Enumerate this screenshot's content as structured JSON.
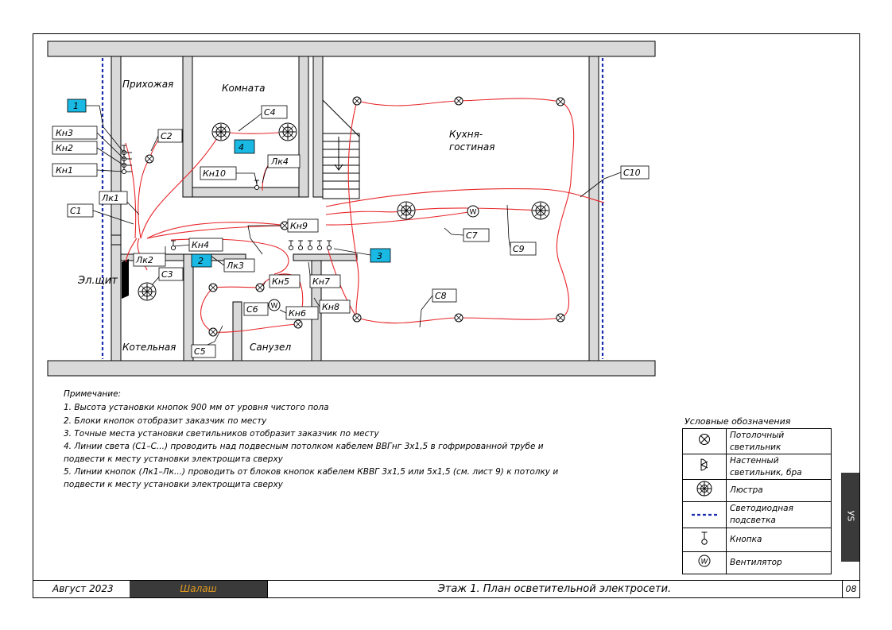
{
  "rooms": {
    "hall": "Прихожая",
    "room": "Комната",
    "kitchen": "Кухня-\nгостиная",
    "kitchen_line1": "Кухня-",
    "kitchen_line2": "гостиная",
    "boiler": "Котельная",
    "bathroom": "Санузел"
  },
  "panel_label": "Эл.щит",
  "switch_blocks": [
    "1",
    "2",
    "3",
    "4"
  ],
  "labels": {
    "kn1": "Кн1",
    "kn2": "Кн2",
    "kn3": "Кн3",
    "kn4": "Кн4",
    "kn5": "Кн5",
    "kn6": "Кн6",
    "kn7": "Кн7",
    "kn8": "Кн8",
    "kn9": "Кн9",
    "kn10": "Кн10",
    "lk1": "Лк1",
    "lk2": "Лк2",
    "lk3": "Лк3",
    "lk4": "Лк4",
    "c1": "С1",
    "c2": "С2",
    "c3": "С3",
    "c4": "С4",
    "c5": "С5",
    "c6": "С6",
    "c7": "С7",
    "c8": "С8",
    "c9": "С9",
    "c10": "С10"
  },
  "notes": {
    "title": "Примечание:",
    "n1": "1. Высота установки кнопок 900 мм от уровня чистого пола",
    "n2": "2. Блоки кнопок отобразит заказчик по месту",
    "n3": "3. Точные места установки светильников отобразит заказчик по месту",
    "n4a": "4. Линии света (С1–С...) проводить над подвесным потолком кабелем ВВГнг 3х1,5 в гофрированной трубе и",
    "n4b": "подвести к месту установки электрощита сверху",
    "n5a": "5. Линии кнопок (Лк1–Лк...) проводить от блоков кнопок кабелем КВВГ 3х1,5 или 5х1,5 (см. лист 9) к потолку и",
    "n5b": "подвести к месту установки электрощита сверху"
  },
  "legend": {
    "title": "Условные обозначения",
    "items": [
      {
        "icon": "ceiling-light-icon",
        "line1": "Потолочный",
        "line2": "светильник"
      },
      {
        "icon": "wall-light-icon",
        "line1": "Настенный",
        "line2": "светильник, бра"
      },
      {
        "icon": "chandelier-icon",
        "line1": "Люстра",
        "line2": ""
      },
      {
        "icon": "led-strip-icon",
        "line1": "Светодиодная",
        "line2": "подсветка"
      },
      {
        "icon": "button-icon",
        "line1": "Кнопка",
        "line2": ""
      },
      {
        "icon": "fan-icon",
        "line1": "Вентилятор",
        "line2": ""
      }
    ]
  },
  "footer": {
    "date": "Август 2023",
    "project": "Шалаш",
    "title": "Этаж 1. План осветительной электросети.",
    "page": "08"
  },
  "side_tab": "УS",
  "colors": {
    "wall_fill": "#d9d9d9",
    "wire": "#e8262a",
    "led": "#1a2eb0",
    "switch_block": "#19b9e4",
    "footer_dark": "#3a3a3a",
    "footer_accent": "#e39a1e",
    "side_tab": "#3a3a3a"
  }
}
